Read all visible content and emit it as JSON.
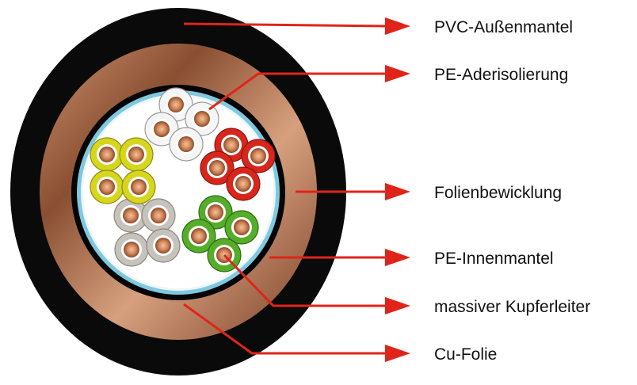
{
  "labels": [
    {
      "id": "outer_sheath",
      "text": "PVC-Außenmantel"
    },
    {
      "id": "core_insulation",
      "text": "PE-Aderisolierung"
    },
    {
      "id": "foil_wrapping",
      "text": "Folienbewicklung"
    },
    {
      "id": "inner_sheath",
      "text": "PE-Innenmantel"
    },
    {
      "id": "copper_conductor",
      "text": "massiver Kupferleiter"
    },
    {
      "id": "copper_foil",
      "text": "Cu-Folie"
    }
  ],
  "colors": {
    "arrow": "#e0241a",
    "outer_sheath": "#0a0a0a",
    "copper": "#b8734f",
    "inner_sheath": "#050505",
    "foil": "#7fc8e0",
    "core_yellow": "#d7d61e",
    "core_red": "#d7261c",
    "core_green": "#55ad2a",
    "core_grey": "#c6c2bc",
    "core_white": "#f5f5f5"
  },
  "core_groups": [
    {
      "color": "white",
      "count": 4
    },
    {
      "color": "red",
      "count": 4
    },
    {
      "color": "green",
      "count": 4
    },
    {
      "color": "grey",
      "count": 4
    },
    {
      "color": "yellow",
      "count": 4
    }
  ]
}
